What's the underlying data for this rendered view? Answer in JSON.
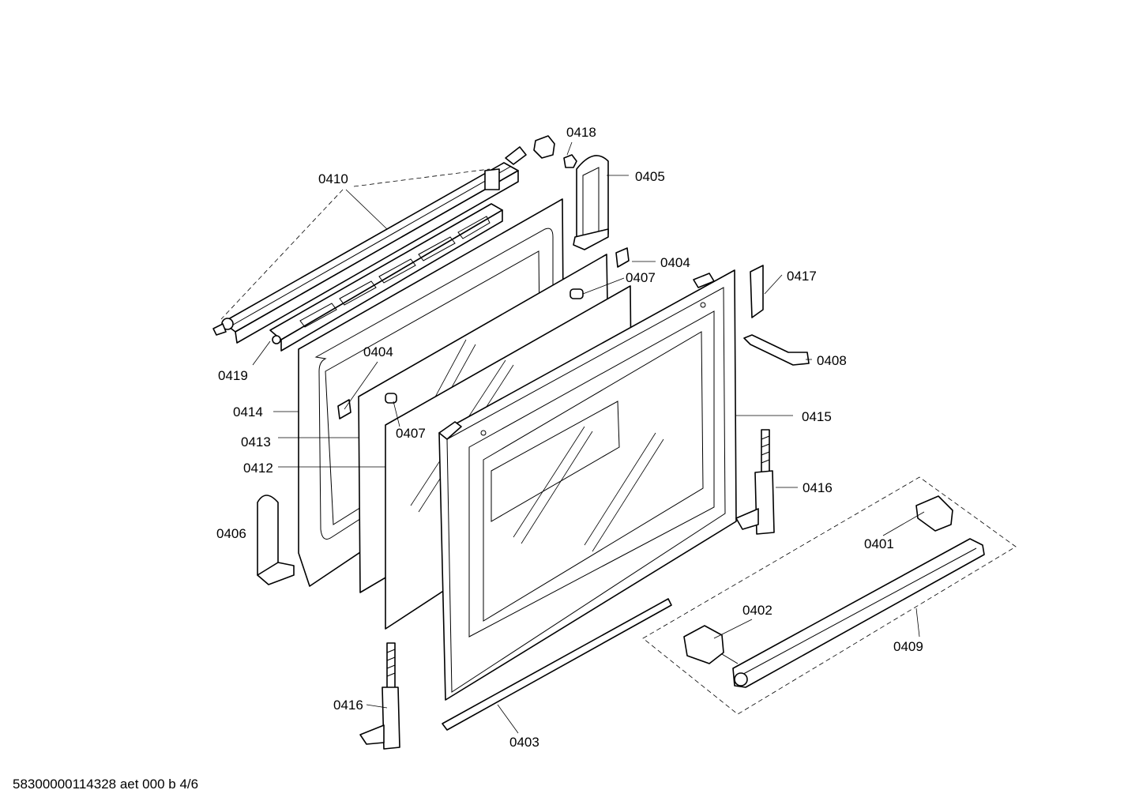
{
  "callouts": {
    "c0401": "0401",
    "c0402": "0402",
    "c0403": "0403",
    "c0404a": "0404",
    "c0404b": "0404",
    "c0405": "0405",
    "c0406": "0406",
    "c0407a": "0407",
    "c0407b": "0407",
    "c0408": "0408",
    "c0409": "0409",
    "c0410": "0410",
    "c0412": "0412",
    "c0413": "0413",
    "c0414": "0414",
    "c0415": "0415",
    "c0416a": "0416",
    "c0416b": "0416",
    "c0417": "0417",
    "c0418": "0418",
    "c0419": "0419"
  },
  "footer": "58300000114328 aet 000 b 4/6"
}
